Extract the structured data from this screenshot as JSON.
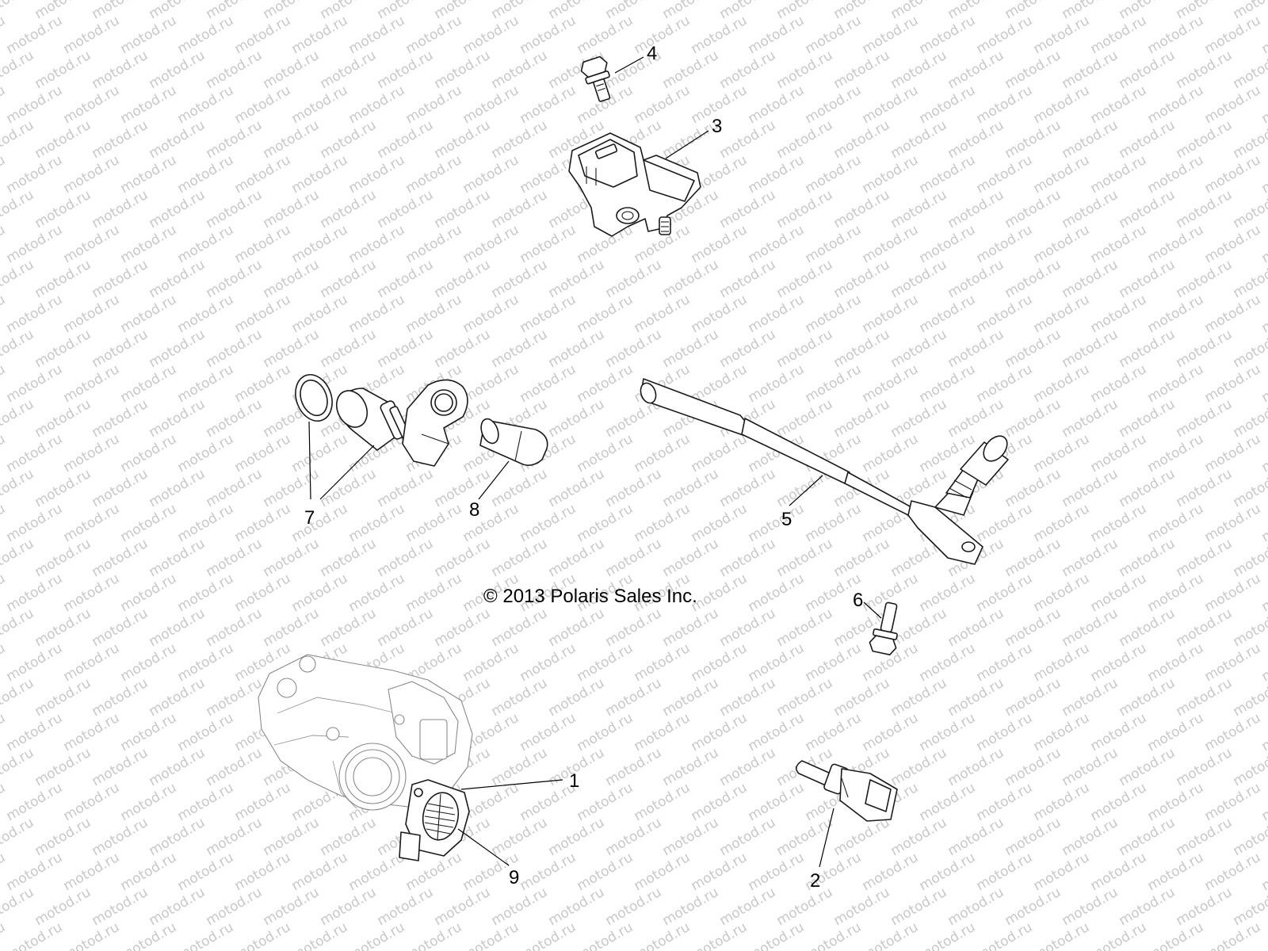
{
  "watermark": {
    "text": "motod.ru",
    "color": "#c8c8c8"
  },
  "copyright": "© 2013 Polaris Sales Inc.",
  "callouts": [
    {
      "id": "1",
      "label": "1"
    },
    {
      "id": "2",
      "label": "2"
    },
    {
      "id": "3",
      "label": "3"
    },
    {
      "id": "4",
      "label": "4"
    },
    {
      "id": "5",
      "label": "5"
    },
    {
      "id": "6",
      "label": "6"
    },
    {
      "id": "7",
      "label": "7"
    },
    {
      "id": "8",
      "label": "8"
    },
    {
      "id": "9",
      "label": "9"
    }
  ]
}
